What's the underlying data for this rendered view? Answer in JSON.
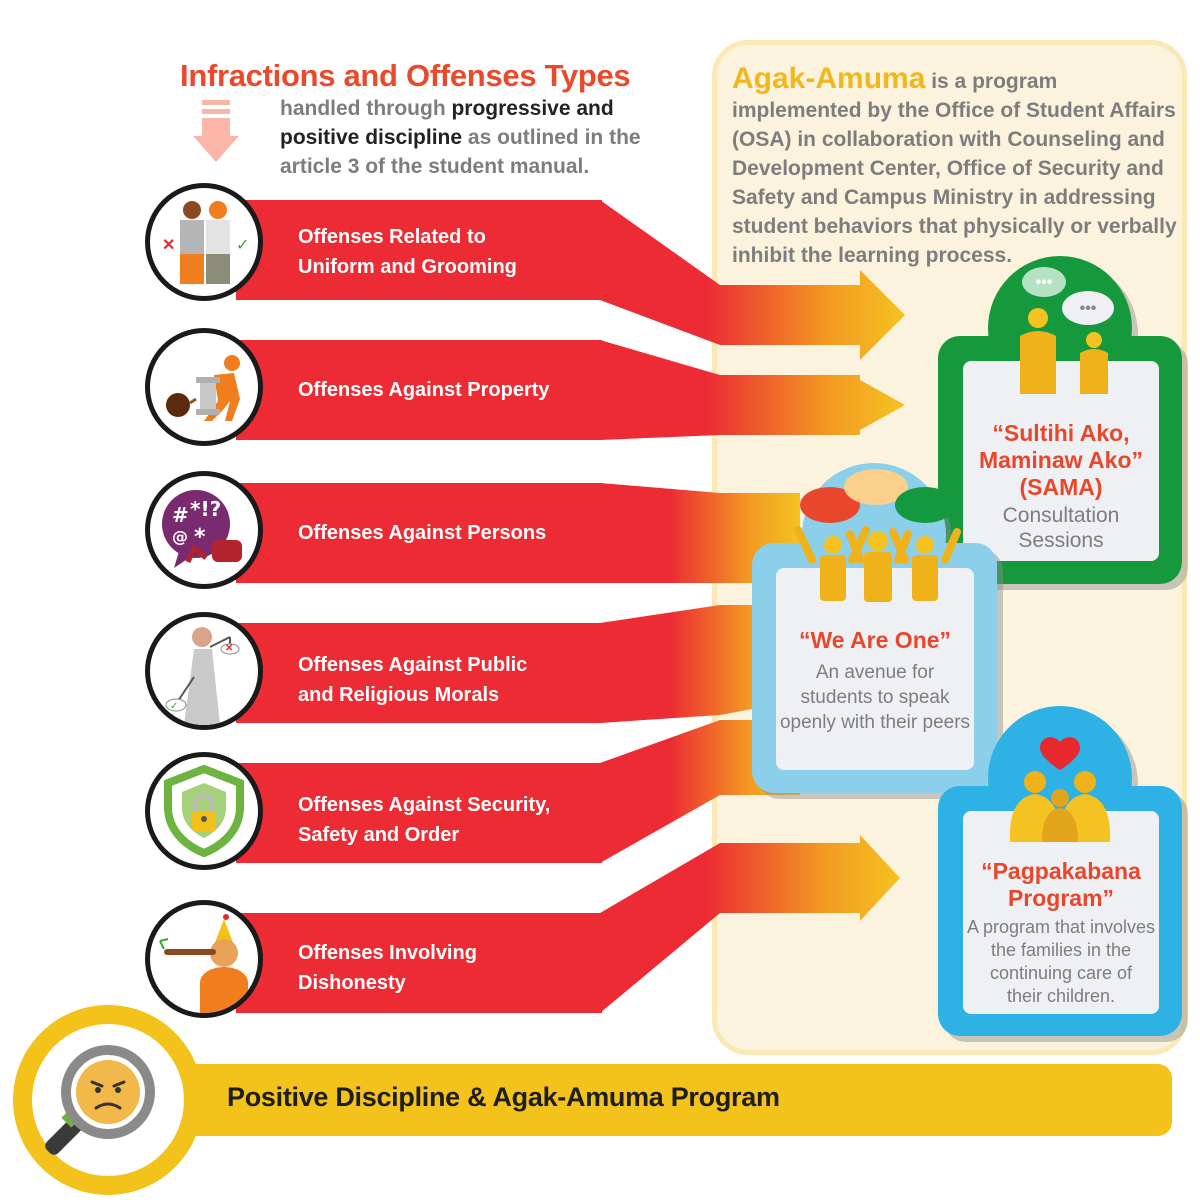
{
  "header": {
    "title": "Infractions and Offenses Types",
    "sub_part1": "handled through ",
    "sub_highlight1": "progressive and",
    "sub_highlight2": "positive discipline",
    "sub_part2": " as outlined in the article 3 of the student manual."
  },
  "program": {
    "name": "Agak-Amuma",
    "description": " is a program implemented by the Office of Student Affairs (OSA) in collaboration with Counseling and Development Center, Office of Security and Safety and Campus Ministry in addressing student behaviors that physically or verbally inhibit the learning process."
  },
  "offenses": [
    {
      "line1": "Offenses Related to",
      "line2": "Uniform and Grooming",
      "icon": "uniform-icon"
    },
    {
      "line1": "Offenses Against Property",
      "line2": "",
      "icon": "property-icon"
    },
    {
      "line1": "Offenses Against Persons",
      "line2": "",
      "icon": "persons-icon"
    },
    {
      "line1": "Offenses Against Public",
      "line2": "and Religious Morals",
      "icon": "morals-icon"
    },
    {
      "line1": "Offenses Against Security,",
      "line2": "Safety and Order",
      "icon": "security-icon"
    },
    {
      "line1": "Offenses Involving",
      "line2": "Dishonesty",
      "icon": "dishonesty-icon"
    }
  ],
  "cards": {
    "sama": {
      "title_line1": "“Sultihi Ako,",
      "title_line2": "Maminaw Ako”",
      "title_line3": "(SAMA)",
      "desc_line1": "Consultation",
      "desc_line2": "Sessions"
    },
    "we_are_one": {
      "title": "“We Are One”",
      "desc_line1": "An avenue for",
      "desc_line2": "students to speak",
      "desc_line3": "openly with their peers"
    },
    "pagpakabana": {
      "title_line1": "“Pagpakabana",
      "title_line2": "Program”",
      "desc_line1": "A program that involves",
      "desc_line2": "the families in the",
      "desc_line3": "continuing care of",
      "desc_line4": "their children."
    }
  },
  "footer": {
    "label": "Positive Discipline & Agak-Amuma Program"
  },
  "colors": {
    "red": "#ec2b34",
    "yellow": "#f2c21b",
    "orange": "#ea4a2c",
    "green": "#13993e",
    "light_blue": "#8ccfea",
    "blue": "#2fb1e4"
  }
}
